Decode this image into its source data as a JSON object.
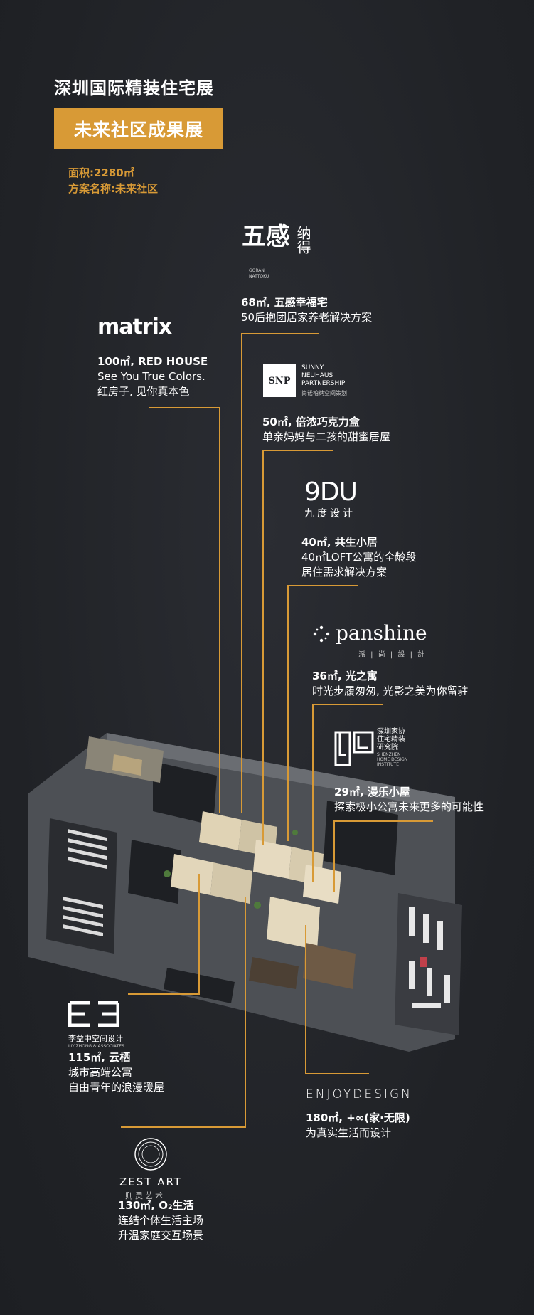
{
  "header": {
    "title": "深圳国际精装住宅展",
    "subtitle": "未来社区成果展",
    "area": "面积:2280㎡",
    "scheme": "方案名称:未来社区"
  },
  "colors": {
    "accent": "#d89a36",
    "background": "#23252a",
    "text": "#ffffff"
  },
  "brands": {
    "wugan": {
      "logo_main": "五感",
      "logo_sub": "纳得",
      "logo_en": "GORAN NATTOKU"
    },
    "matrix": {
      "logo": "matrix"
    },
    "sunny": {
      "logo_mark": "SNP",
      "name1": "SUNNY",
      "name2": "NEUHAUS",
      "name3": "PARTNERSHIP",
      "cn": "尚诺柏纳空间策划"
    },
    "jiudu": {
      "logo": "9DU",
      "cn": "九度设计"
    },
    "panshine": {
      "logo": "panshine",
      "cn": "派 | 尚 | 設 | 計"
    },
    "shenzhen": {
      "cn1": "深圳家协",
      "cn2": "住宅精装",
      "cn3": "研究院",
      "en1": "SHENZHEN",
      "en2": "HOME DESIGN",
      "en3": "INSTITUTE"
    },
    "liyizhong": {
      "cn": "李益中空间设计",
      "en": "LIYIZHONG & ASSOCIATES"
    },
    "enjoy": {
      "logo": "ENJOYDESIGN"
    },
    "zest": {
      "logo": "ZEST ART",
      "cn": "则灵艺术"
    }
  },
  "units": [
    {
      "title": "68㎡, 五感幸福宅",
      "lines": [
        "50后抱团居家养老解决方案"
      ]
    },
    {
      "title": "100㎡, RED HOUSE",
      "lines": [
        "See You True Colors.",
        "红房子, 见你真本色"
      ]
    },
    {
      "title": "50㎡, 倍浓巧克力盒",
      "lines": [
        "单亲妈妈与二孩的甜蜜居屋"
      ]
    },
    {
      "title": "40㎡, 共生小居",
      "lines": [
        "40㎡LOFT公寓的全龄段",
        "居住需求解决方案"
      ]
    },
    {
      "title": "36㎡, 光之寓",
      "lines": [
        "时光步履匆匆, 光影之美为你留驻"
      ]
    },
    {
      "title": "29㎡, 漫乐小屋",
      "lines": [
        "探索极小公寓未来更多的可能性"
      ]
    },
    {
      "title": "115㎡, 云栖",
      "lines": [
        "城市高端公寓",
        "自由青年的浪漫暖屋"
      ]
    },
    {
      "title": "180㎡, +∞(家·无限)",
      "lines": [
        "为真实生活而设计"
      ]
    },
    {
      "title": "130㎡, O₂生活",
      "lines": [
        "连结个体生活主场",
        "升温家庭交互场景"
      ]
    }
  ]
}
